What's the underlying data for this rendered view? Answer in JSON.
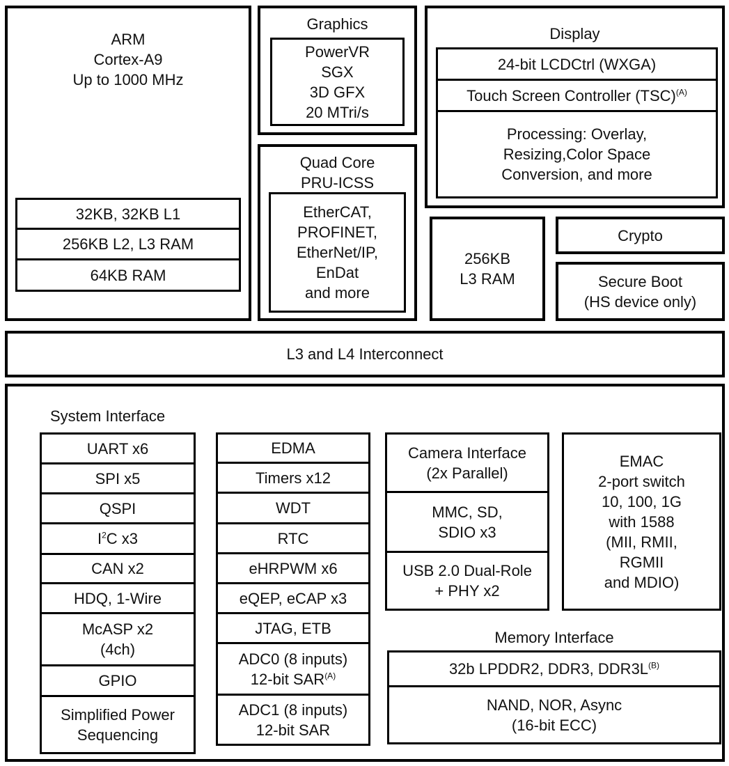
{
  "arm": {
    "title": "ARM\nCortex-A9\nUp to 1000 MHz",
    "items": [
      "32KB, 32KB L1",
      "256KB L2, L3 RAM",
      "64KB RAM"
    ]
  },
  "graphics": {
    "title": "Graphics",
    "inner": "PowerVR\nSGX\n3D GFX\n20 MTri/s"
  },
  "pru": {
    "title": "Quad Core\nPRU-ICSS",
    "inner": "EtherCAT,\nPROFINET,\nEtherNet/IP,\nEnDat\nand more"
  },
  "display": {
    "title": "Display",
    "lcd": "24-bit LCDCtrl (WXGA)",
    "tsc": "Touch Screen Controller (TSC)",
    "tsc_note": "(A)",
    "processing": "Processing: Overlay,\nResizing,Color Space\nConversion, and more"
  },
  "l3ram": "256KB\nL3 RAM",
  "crypto": "Crypto",
  "secure_boot": "Secure Boot\n(HS device only)",
  "interconnect": "L3 and L4 Interconnect",
  "system_interface": {
    "label": "System Interface",
    "col1": [
      "UART x6",
      "SPI x5",
      "QSPI",
      "CAN x2",
      "HDQ, 1-Wire",
      "McASP x2\n(4ch)",
      "GPIO",
      "Simplified Power\nSequencing"
    ],
    "i2c": {
      "base": "I",
      "sup": "2",
      "rest": "C x3"
    },
    "col2": [
      "EDMA",
      "Timers x12",
      "WDT",
      "RTC",
      "eHRPWM x6",
      "eQEP, eCAP x3",
      "JTAG, ETB",
      "ADC1 (8 inputs)\n12-bit SAR"
    ],
    "adc0": {
      "line1": "ADC0 (8 inputs)",
      "line2": "12-bit SAR",
      "note": "(A)"
    },
    "col3": [
      "Camera Interface\n(2x Parallel)",
      "MMC, SD,\nSDIO x3",
      "USB 2.0 Dual-Role\n+ PHY x2"
    ],
    "emac": "EMAC\n2-port switch\n10, 100, 1G\nwith 1588\n(MII, RMII,\nRGMII\nand MDIO)"
  },
  "memory_interface": {
    "label": "Memory Interface",
    "ddr": "32b LPDDR2, DDR3, DDR3L",
    "ddr_note": "(B)",
    "nand": "NAND, NOR, Async\n(16-bit ECC)"
  }
}
